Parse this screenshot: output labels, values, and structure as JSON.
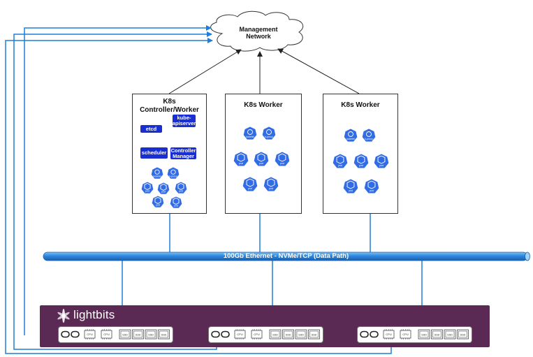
{
  "management_network": {
    "label": "Management\nNetwork"
  },
  "controller": {
    "title": "K8s\nController/Worker",
    "etcd": "etcd",
    "apiserver": "kube-\napiserver",
    "scheduler": "scheduler",
    "controller_manager": "Controller\nManager",
    "top_icons": [
      "kubelet",
      "k-proxy"
    ],
    "pod_label": "pod"
  },
  "workers": [
    {
      "title": "K8s Worker",
      "top_icons": [
        "kubelet",
        "k-proxy"
      ],
      "pod_label": "pod"
    },
    {
      "title": "K8s Worker",
      "top_icons": [
        "kubelet",
        "k-proxy"
      ],
      "pod_label": "pod"
    }
  ],
  "data_path": {
    "label": "100Gb Ethernet - NVMe/TCP (Data Path)"
  },
  "storage": {
    "brand": "lightbits",
    "cpu_label": "CPU",
    "ssd_label": "SSD",
    "servers": 3
  },
  "colors": {
    "k8s_blue": "#326ce5",
    "line_blue": "#1e7fd8",
    "pipe_blue": "#2e86de",
    "box_blue": "#1a2fd1",
    "panel_purple": "#5a2a55"
  },
  "icons": {
    "cloud": "cloud-icon",
    "k8s_component": "kubernetes-hexagon-icon",
    "pod": "pod-cube-icon",
    "nic": "nic-port-icon",
    "cpu": "cpu-chip-icon",
    "ssd": "ssd-drive-icon",
    "logo": "lightbits-logo-icon"
  }
}
